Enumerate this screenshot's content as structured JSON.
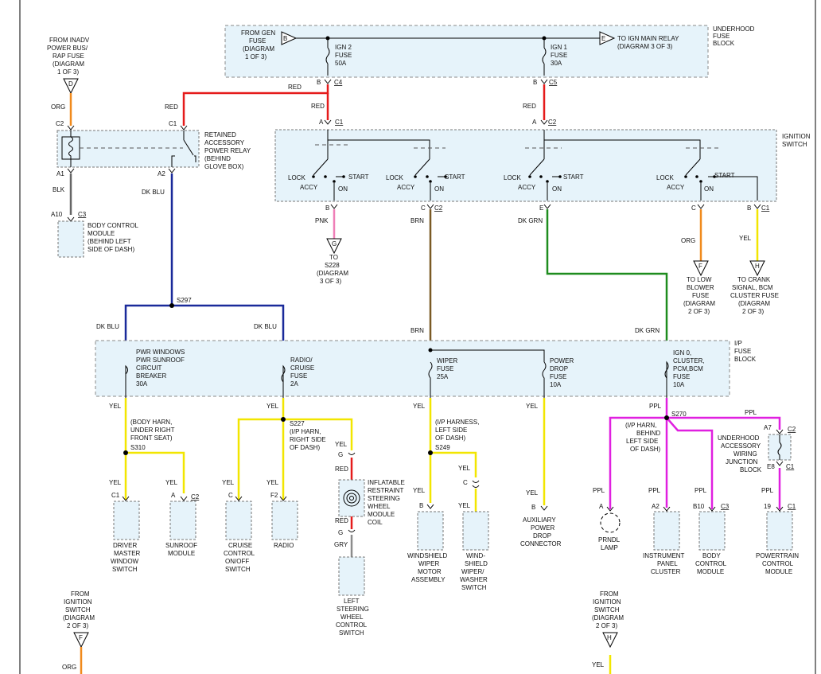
{
  "colors": {
    "red": "#e51b1b",
    "org": "#f08a1c",
    "blk": "#555555",
    "dkblu": "#1a2a9a",
    "pnk": "#ef7fb7",
    "brn": "#7a5a25",
    "dkgrn": "#1e8c1e",
    "yel": "#f2e600",
    "ppl": "#e020e0",
    "gry": "#8c8c8c",
    "box_fill": "#e6f3fa"
  },
  "underhood": {
    "label": [
      "UNDERHOOD",
      "FUSE",
      "BLOCK"
    ],
    "from_gen": [
      "FROM GEN",
      "FUSE",
      "(DIAGRAM",
      "1 OF 3)"
    ],
    "conn_b": "B",
    "conn_e": "E",
    "to_ign_main": [
      "TO IGN MAIN RELAY",
      "(DIAGRAM 3 OF 3)"
    ],
    "ign2_fuse": [
      "IGN 2",
      "FUSE",
      "50A"
    ],
    "ign1_fuse": [
      "IGN 1",
      "FUSE",
      "30A"
    ],
    "c4_pin": "B",
    "c4": "C4",
    "c5_pin": "B",
    "c5": "C5"
  },
  "left_top": {
    "from_inadv": [
      "FROM INADV",
      "POWER BUS/",
      "RAP FUSE",
      "(DIAGRAM",
      "1 OF 3)"
    ],
    "conn_d": "D",
    "org": "ORG",
    "c2": "C2",
    "c1": "C1",
    "red_a": "RED",
    "red_b": "RED",
    "red_c": "RED",
    "red_d": "RED",
    "relay": [
      "RETAINED",
      "ACCESSORY",
      "POWER RELAY",
      "(BEHIND",
      "GLOVE BOX)"
    ],
    "a1": "A1",
    "a2": "A2",
    "blk": "BLK",
    "dk_blu": "DK BLU",
    "a10": "A10",
    "c3": "C3",
    "bcm": [
      "BODY CONTROL",
      "MODULE",
      "(BEHIND LEFT",
      "SIDE OF DASH)"
    ]
  },
  "ignition": {
    "label": [
      "IGNITION",
      "SWITCH"
    ],
    "c1_pin": "A",
    "c1": "C1",
    "c2_pin": "A",
    "c2": "C2",
    "lock": "LOCK",
    "accy": "ACCY",
    "on": "ON",
    "start": "START",
    "out_b": "B",
    "pnk": "PNK",
    "out_c": "C",
    "c2b": "C2",
    "brn": "BRN",
    "out_e": "E",
    "dk_grn": "DK GRN",
    "out_c2": "C",
    "out_b2": "B",
    "c1b": "C1",
    "org": "ORG",
    "yel": "YEL",
    "conn_g": "G",
    "to_s228": [
      "TO",
      "S228",
      "(DIAGRAM",
      "3 OF 3)"
    ],
    "conn_f": "F",
    "to_low_blower": [
      "TO LOW",
      "BLOWER",
      "FUSE",
      "(DIAGRAM",
      "2 OF 3)"
    ],
    "conn_h": "H",
    "to_crank": [
      "TO CRANK",
      "SIGNAL, BCM",
      "CLUSTER FUSE",
      "(DIAGRAM",
      "2 OF 3)"
    ]
  },
  "splice_s297": "S297",
  "ip_fuse": {
    "label": [
      "I/P",
      "FUSE",
      "BLOCK"
    ],
    "dk_blu_1": "DK BLU",
    "dk_blu_2": "DK BLU",
    "brn": "BRN",
    "dk_grn": "DK GRN",
    "pwr_windows": [
      "PWR WINDOWS",
      "PWR SUNROOF",
      "CIRCUIT",
      "BREAKER",
      "30A"
    ],
    "radio_fuse": [
      "RADIO/",
      "CRUISE",
      "FUSE",
      "2A"
    ],
    "wiper_fuse": [
      "WIPER",
      "FUSE",
      "25A"
    ],
    "power_drop": [
      "POWER",
      "DROP",
      "FUSE",
      "10A"
    ],
    "ign0": [
      "IGN 0,",
      "CLUSTER,",
      "PCM,BCM",
      "FUSE",
      "10A"
    ]
  },
  "lower": {
    "yel": "YEL",
    "ppl": "PPL",
    "gry": "GRY",
    "red": "RED",
    "body_harn": [
      "(BODY HARN,",
      "UNDER RIGHT",
      "FRONT SEAT)"
    ],
    "s310": "S310",
    "s227": "S227",
    "ip_harn_right": [
      "(I/P HARN,",
      "RIGHT SIDE",
      "OF DASH)"
    ],
    "ip_harness_left": [
      "(I/P HARNESS,",
      "LEFT SIDE",
      "OF DASH)"
    ],
    "s249": "S249",
    "s270": "S270",
    "ip_harn_behind": [
      "(I/P HARN,",
      "BEHIND",
      "LEFT SIDE",
      "OF DASH)"
    ],
    "pin_c1": "C1",
    "pin_a": "A",
    "pin_c2": "C2",
    "pin_c": "C",
    "pin_f2": "F2",
    "pin_g": "G",
    "pin_b": "B",
    "pin_a2": "A2",
    "pin_b10": "B10",
    "pin_c3": "C3",
    "pin_19": "19",
    "pin_a7": "A7",
    "pin_e8": "E8",
    "driver_window": [
      "DRIVER",
      "MASTER",
      "WINDOW",
      "SWITCH"
    ],
    "sunroof": [
      "SUNROOF",
      "MODULE"
    ],
    "cruise": [
      "CRUISE",
      "CONTROL",
      "ON/OFF",
      "SWITCH"
    ],
    "radio": [
      "RADIO"
    ],
    "coil": [
      "INFLATABLE",
      "RESTRAINT",
      "STEERING",
      "WHEEL",
      "MODULE",
      "COIL"
    ],
    "left_sw": [
      "LEFT",
      "STEERING",
      "WHEEL",
      "CONTROL",
      "SWITCH"
    ],
    "wiper_motor": [
      "WINDSHIELD",
      "WIPER",
      "MOTOR",
      "ASSEMBLY"
    ],
    "washer": [
      "WIND-",
      "SHIELD",
      "WIPER/",
      "WASHER",
      "SWITCH"
    ],
    "aux": [
      "AUXILIARY",
      "POWER",
      "DROP",
      "CONNECTOR"
    ],
    "prndl": [
      "PRNDL",
      "LAMP"
    ],
    "ipc": [
      "INSTRUMENT",
      "PANEL",
      "CLUSTER"
    ],
    "bcm2": [
      "BODY",
      "CONTROL",
      "MODULE"
    ],
    "pcm": [
      "POWERTRAIN",
      "CONTROL",
      "MODULE"
    ],
    "junction": [
      "UNDERHOOD",
      "ACCESSORY",
      "WIRING",
      "JUNCTION",
      "BLOCK"
    ],
    "from_ign_f": [
      "FROM",
      "IGNITION",
      "SWITCH",
      "(DIAGRAM",
      "2 OF 3)"
    ],
    "conn_f": "F",
    "org": "ORG",
    "from_ign_h": [
      "FROM",
      "IGNITION",
      "SWITCH",
      "(DIAGRAM",
      "2 OF 3)"
    ],
    "conn_h": "H"
  }
}
